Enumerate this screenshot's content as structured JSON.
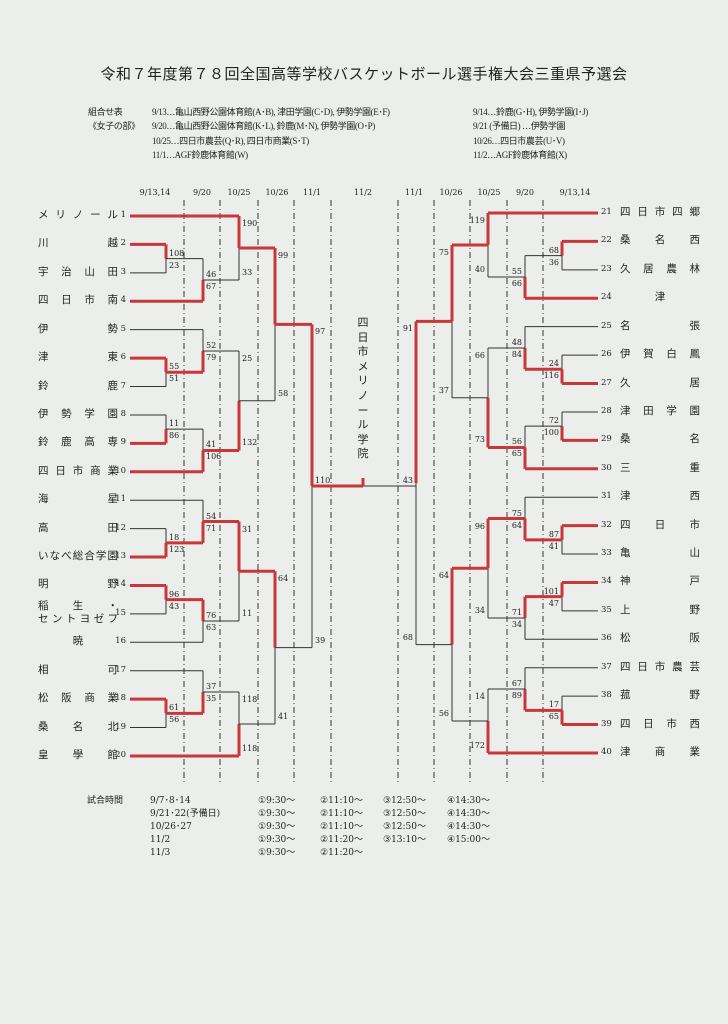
{
  "title": "令和７年度第７８回全国高等学校バスケットボール選手権大会三重県予選会",
  "info": {
    "label1": "組合せ表",
    "label2": "《女子の部》",
    "left_lines": [
      "9/13…亀山西野公園体育館(A･B), 津田学園(C･D), 伊勢学園(E･F)",
      "9/20…亀山西野公園体育館(K･L), 鈴鹿(M･N), 伊勢学園(O･P)",
      "10/25…四日市農芸(Q･R), 四日市商業(S･T)",
      "11/1…AGF鈴鹿体育館(W)"
    ],
    "right_lines": [
      "9/14…鈴鹿(G･H), 伊勢学園(I･J)",
      "9/21 (予備日) …伊勢学園",
      "10/26…四日市農芸(U･V)",
      "11/2…AGF鈴鹿体育館(X)"
    ]
  },
  "round_dates": [
    "9/13,14",
    "9/20",
    "10/25",
    "10/26",
    "11/1",
    "11/2",
    "11/1",
    "10/26",
    "10/25",
    "9/20",
    "9/13,14"
  ],
  "teams_left": [
    {
      "no": "1",
      "name": "メリノール"
    },
    {
      "no": "2",
      "name": "川越"
    },
    {
      "no": "3",
      "name": "宇治山田"
    },
    {
      "no": "4",
      "name": "四日市南"
    },
    {
      "no": "5",
      "name": "伊勢"
    },
    {
      "no": "6",
      "name": "津東"
    },
    {
      "no": "7",
      "name": "鈴鹿"
    },
    {
      "no": "8",
      "name": "伊勢学園"
    },
    {
      "no": "9",
      "name": "鈴鹿高専"
    },
    {
      "no": "10",
      "name": "四日市商業"
    },
    {
      "no": "11",
      "name": "海星"
    },
    {
      "no": "12",
      "name": "高田"
    },
    {
      "no": "13",
      "name": "いなべ総合学園"
    },
    {
      "no": "14",
      "name": "明野"
    },
    {
      "no": "15",
      "name": "稲生・",
      "name2": "セントヨゼフ"
    },
    {
      "no": "16",
      "name": "暁"
    },
    {
      "no": "17",
      "name": "相可"
    },
    {
      "no": "18",
      "name": "松阪商業"
    },
    {
      "no": "19",
      "name": "桑名北"
    },
    {
      "no": "20",
      "name": "皇學館"
    }
  ],
  "teams_right": [
    {
      "no": "21",
      "name": "四日市四郷"
    },
    {
      "no": "22",
      "name": "桑名西"
    },
    {
      "no": "23",
      "name": "久居農林"
    },
    {
      "no": "24",
      "name": "津"
    },
    {
      "no": "25",
      "name": "名張"
    },
    {
      "no": "26",
      "name": "伊賀白鳳"
    },
    {
      "no": "27",
      "name": "久居"
    },
    {
      "no": "28",
      "name": "津田学園"
    },
    {
      "no": "29",
      "name": "桑名"
    },
    {
      "no": "30",
      "name": "三重"
    },
    {
      "no": "31",
      "name": "津西"
    },
    {
      "no": "32",
      "name": "四日市"
    },
    {
      "no": "33",
      "name": "亀山"
    },
    {
      "no": "34",
      "name": "神戸"
    },
    {
      "no": "35",
      "name": "上野"
    },
    {
      "no": "36",
      "name": "松阪"
    },
    {
      "no": "37",
      "name": "四日市農芸"
    },
    {
      "no": "38",
      "name": "菰野"
    },
    {
      "no": "39",
      "name": "四日市西"
    },
    {
      "no": "40",
      "name": "津商業"
    }
  ],
  "bracket": {
    "left": {
      "r": 5,
      "a": {
        "r": 4,
        "a": {
          "r": 3,
          "a": 1,
          "b": {
            "r": 2,
            "a": {
              "r": 1,
              "a": 2,
              "b": 3,
              "sa": "108",
              "sb": "23",
              "w": "a"
            },
            "b": 4,
            "sa": "46",
            "sb": "67",
            "w": "b"
          },
          "sa": "190",
          "sb": "33",
          "w": "a"
        },
        "b": {
          "r": 3,
          "a": {
            "r": 2,
            "a": 5,
            "b": {
              "r": 1,
              "a": 6,
              "b": 7,
              "sa": "55",
              "sb": "51",
              "w": "a"
            },
            "sa": "52",
            "sb": "79",
            "w": "b"
          },
          "b": {
            "r": 2,
            "a": {
              "r": 1,
              "a": 8,
              "b": 9,
              "sa": "11",
              "sb": "86",
              "w": "b"
            },
            "b": 10,
            "sa": "41",
            "sb": "106",
            "w": "b"
          },
          "sa": "25",
          "sb": "132",
          "w": "b"
        },
        "sa": "99",
        "sb": "58",
        "w": "a"
      },
      "b": {
        "r": 4,
        "a": {
          "r": 3,
          "a": {
            "r": 2,
            "a": 11,
            "b": {
              "r": 1,
              "a": 12,
              "b": 13,
              "sa": "18",
              "sb": "123",
              "w": "b"
            },
            "sa": "54",
            "sb": "71",
            "w": "b"
          },
          "b": {
            "r": 2,
            "a": {
              "r": 1,
              "a": 14,
              "b": 15,
              "sa": "96",
              "sb": "43",
              "w": "a"
            },
            "b": 16,
            "sa": "76",
            "sb": "63",
            "w": "a"
          },
          "sa": "31",
          "sb": "11",
          "w": "a"
        },
        "b": {
          "r": 3,
          "a": {
            "r": 2,
            "a": 17,
            "b": {
              "r": 1,
              "a": 18,
              "b": 19,
              "sa": "61",
              "sb": "56",
              "w": "a"
            },
            "sa": "37",
            "sb": "35",
            "w": "b"
          },
          "b": 20,
          "sa": "118",
          "sb": "118",
          "w": "b"
        },
        "sa": "64",
        "sb": "41",
        "w": "a"
      },
      "sa": "97",
      "sb": "39",
      "w": "a"
    },
    "right": {
      "r": 5,
      "a": {
        "r": 4,
        "a": {
          "r": 3,
          "a": 21,
          "b": {
            "r": 2,
            "a": {
              "r": 1,
              "a": 22,
              "b": 23,
              "sa": "68",
              "sb": "36",
              "w": "a"
            },
            "b": 24,
            "sa": "55",
            "sb": "66",
            "w": "b"
          },
          "sa": "119",
          "sb": "40",
          "w": "a"
        },
        "b": {
          "r": 3,
          "a": {
            "r": 2,
            "a": 25,
            "b": {
              "r": 1,
              "a": 26,
              "b": 27,
              "sa": "24",
              "sb": "116",
              "w": "b"
            },
            "sa": "48",
            "sb": "84",
            "w": "b"
          },
          "b": {
            "r": 2,
            "a": {
              "r": 1,
              "a": 28,
              "b": 29,
              "sa": "72",
              "sb": "100",
              "w": "b"
            },
            "b": 30,
            "sa": "56",
            "sb": "65",
            "w": "b"
          },
          "sa": "66",
          "sb": "73",
          "w": "b"
        },
        "sa": "75",
        "sb": "37",
        "w": "a"
      },
      "b": {
        "r": 4,
        "a": {
          "r": 3,
          "a": {
            "r": 2,
            "a": 31,
            "b": {
              "r": 1,
              "a": 32,
              "b": 33,
              "sa": "87",
              "sb": "41",
              "w": "a"
            },
            "sa": "75",
            "sb": "64",
            "w": "b"
          },
          "b": {
            "r": 2,
            "a": {
              "r": 1,
              "a": 34,
              "b": 35,
              "sa": "101",
              "sb": "47",
              "w": "a"
            },
            "b": 36,
            "sa": "71",
            "sb": "34",
            "w": "a"
          },
          "sa": "96",
          "sb": "34",
          "w": "a"
        },
        "b": {
          "r": 3,
          "a": {
            "r": 2,
            "a": 37,
            "b": {
              "r": 1,
              "a": 38,
              "b": 39,
              "sa": "17",
              "sb": "65",
              "w": "b"
            },
            "sa": "67",
            "sb": "89",
            "w": "b"
          },
          "b": 40,
          "sa": "14",
          "sb": "172",
          "w": "b"
        },
        "sa": "64",
        "sb": "56",
        "w": "a"
      },
      "sa": "91",
      "sb": "68",
      "w": "a"
    },
    "final": {
      "left_score": "110",
      "right_score": "43",
      "winner": "left"
    }
  },
  "champion": "四日市メリノール学院",
  "schedule": {
    "label": "試合時間",
    "rows": [
      {
        "date": "9/7･8･14",
        "times": [
          "①9:30～",
          "②11:10～",
          "③12:50～",
          "④14:30～"
        ]
      },
      {
        "date": "9/21･22(予備日)",
        "times": [
          "①9:30～",
          "②11:10～",
          "③12:50～",
          "④14:30～"
        ]
      },
      {
        "date": "10/26･27",
        "times": [
          "①9:30～",
          "②11:10～",
          "③12:50～",
          "④14:30～"
        ]
      },
      {
        "date": "11/2",
        "times": [
          "①9:30～",
          "②11:20～",
          "③13:10～",
          "④15:00～"
        ]
      },
      {
        "date": "11/3",
        "times": [
          "①9:30～",
          "②11:20～"
        ]
      }
    ]
  },
  "colors": {
    "win_line": "#c8383a",
    "line": "#333333",
    "paper": "#eceeec"
  }
}
